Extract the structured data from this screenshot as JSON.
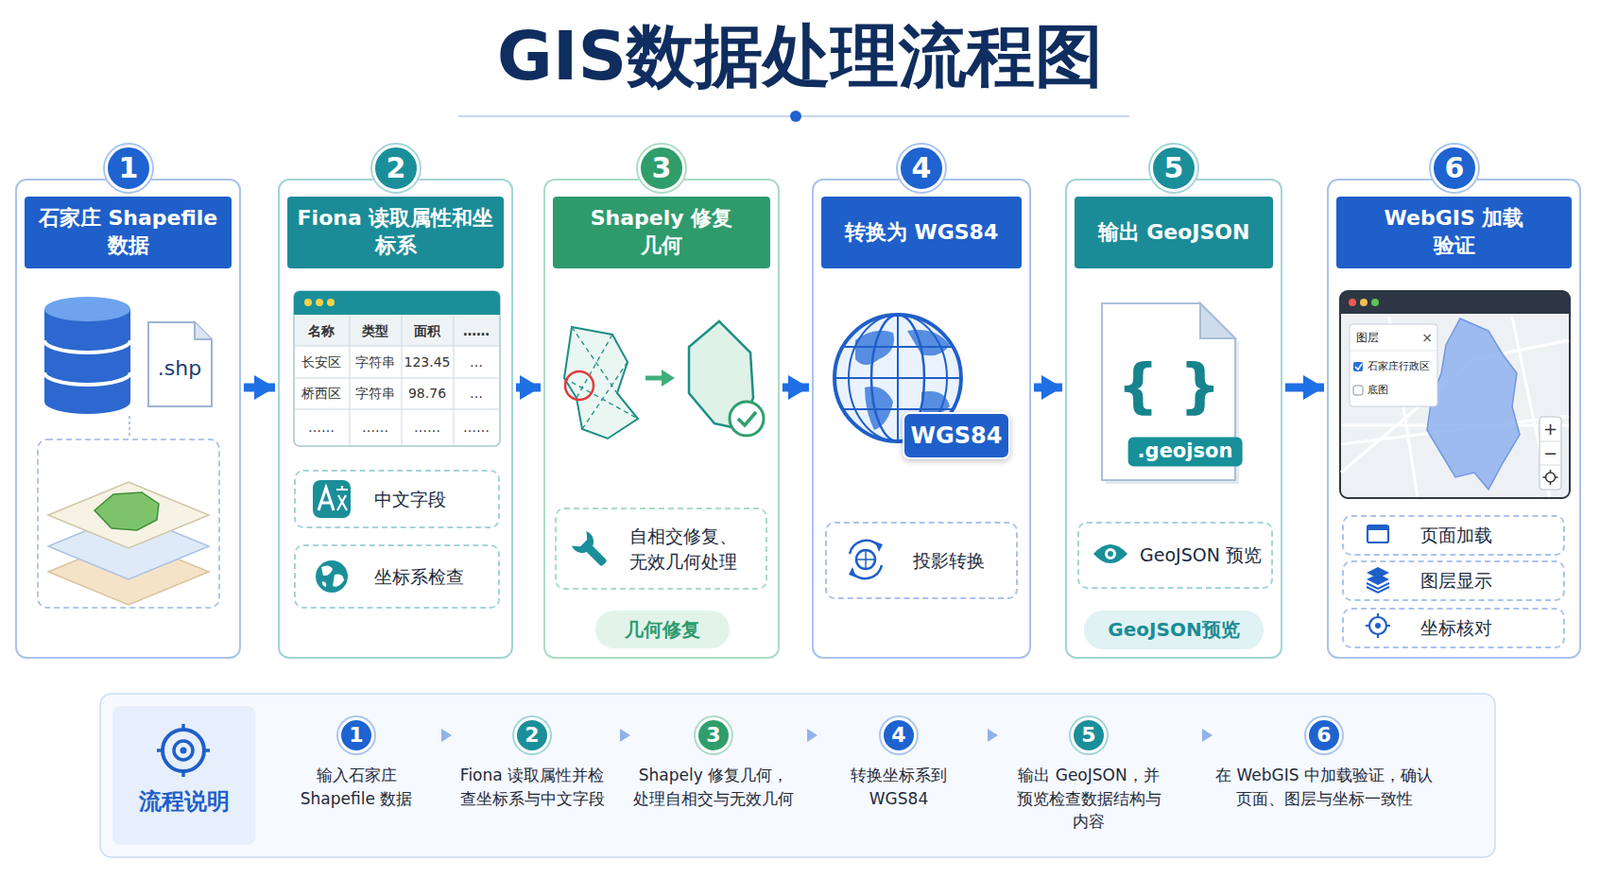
{
  "diagram": {
    "title": "GIS数据处理流程图",
    "nodes": [
      {
        "text": [
          "石家庄 Shapefile 数据"
        ]
      },
      {
        "text": [
          "1"
        ],
        "in": 0
      },
      {
        "text": [
          "Fiona 读取属性和坐标系"
        ]
      },
      {
        "text": [
          "2"
        ],
        "in": 2
      },
      {
        "text": [
          "中文字段"
        ],
        "in": 2
      },
      {
        "text": [
          "坐标系检查"
        ],
        "in": 2
      },
      {
        "text": [
          "Shapely 修复几何"
        ]
      },
      {
        "text": [
          "3"
        ],
        "in": 6
      },
      {
        "text": [
          "自相交修复、无效几何处理"
        ],
        "in": 6
      },
      {
        "text": [
          "几何修复"
        ],
        "in": 6
      },
      {
        "text": [
          "转换为 WGS84"
        ]
      },
      {
        "text": [
          "4"
        ],
        "in": 10
      },
      {
        "text": [
          "WGS84"
        ],
        "in": 10
      },
      {
        "text": [
          "投影转换"
        ],
        "in": 10
      },
      {
        "text": [
          "输出 GeoJSON"
        ]
      },
      {
        "text": [
          "5"
        ],
        "in": 14
      },
      {
        "text": [
          "GeoJSON 预览"
        ],
        "in": 14
      },
      {
        "text": [
          "GeoJSON预览"
        ],
        "in": 14
      },
      {
        "text": [
          "WebGIS 加载验证"
        ]
      },
      {
        "text": [
          "6"
        ],
        "in": 18
      },
      {
        "text": [
          "页面加载"
        ],
        "in": 18
      },
      {
        "text": [
          "图层显示"
        ],
        "in": 18
      },
      {
        "text": [
          "坐标核对"
        ],
        "in": 18
      },
      {
        "text": [
          "流程说明"
        ]
      },
      {
        "text": [
          "1"
        ],
        "in": 23
      },
      {
        "text": [
          "2"
        ],
        "in": 23
      },
      {
        "text": [
          "3"
        ],
        "in": 23
      },
      {
        "text": [
          "4"
        ],
        "in": 23
      },
      {
        "text": [
          "5"
        ],
        "in": 23
      },
      {
        "text": [
          "6"
        ],
        "in": 23
      }
    ],
    "edges": [
      {
        "from": 0,
        "to": 2,
        "arrow": "to"
      },
      {
        "from": 2,
        "to": 6,
        "arrow": "to"
      },
      {
        "from": 6,
        "to": 10,
        "arrow": "to"
      },
      {
        "from": 10,
        "to": 14,
        "arrow": "to"
      },
      {
        "from": 14,
        "to": 18,
        "arrow": "to"
      }
    ],
    "labels": [
      ".shp",
      "名称",
      "类型",
      "面积",
      "……",
      "长安区",
      "字符串",
      "123.45",
      "…",
      "桥西区",
      "字符串",
      "98.76",
      "…",
      "……",
      "……",
      "……",
      "……",
      "{ }",
      ".geojson",
      "图层",
      "×",
      "石家庄行政区",
      "底图",
      "+",
      "−",
      "输入石家庄 Shapefile 数据",
      "Fiona 读取属性并检查坐标系与中文字段",
      "Shapely 修复几何，处理自相交与无效几何",
      "转换坐标系到 WGS84",
      "输出 GeoJSON，并预览检查数据结构与内容",
      "在 WebGIS 中加载验证，确认页面、图层与坐标一致性"
    ]
  }
}
